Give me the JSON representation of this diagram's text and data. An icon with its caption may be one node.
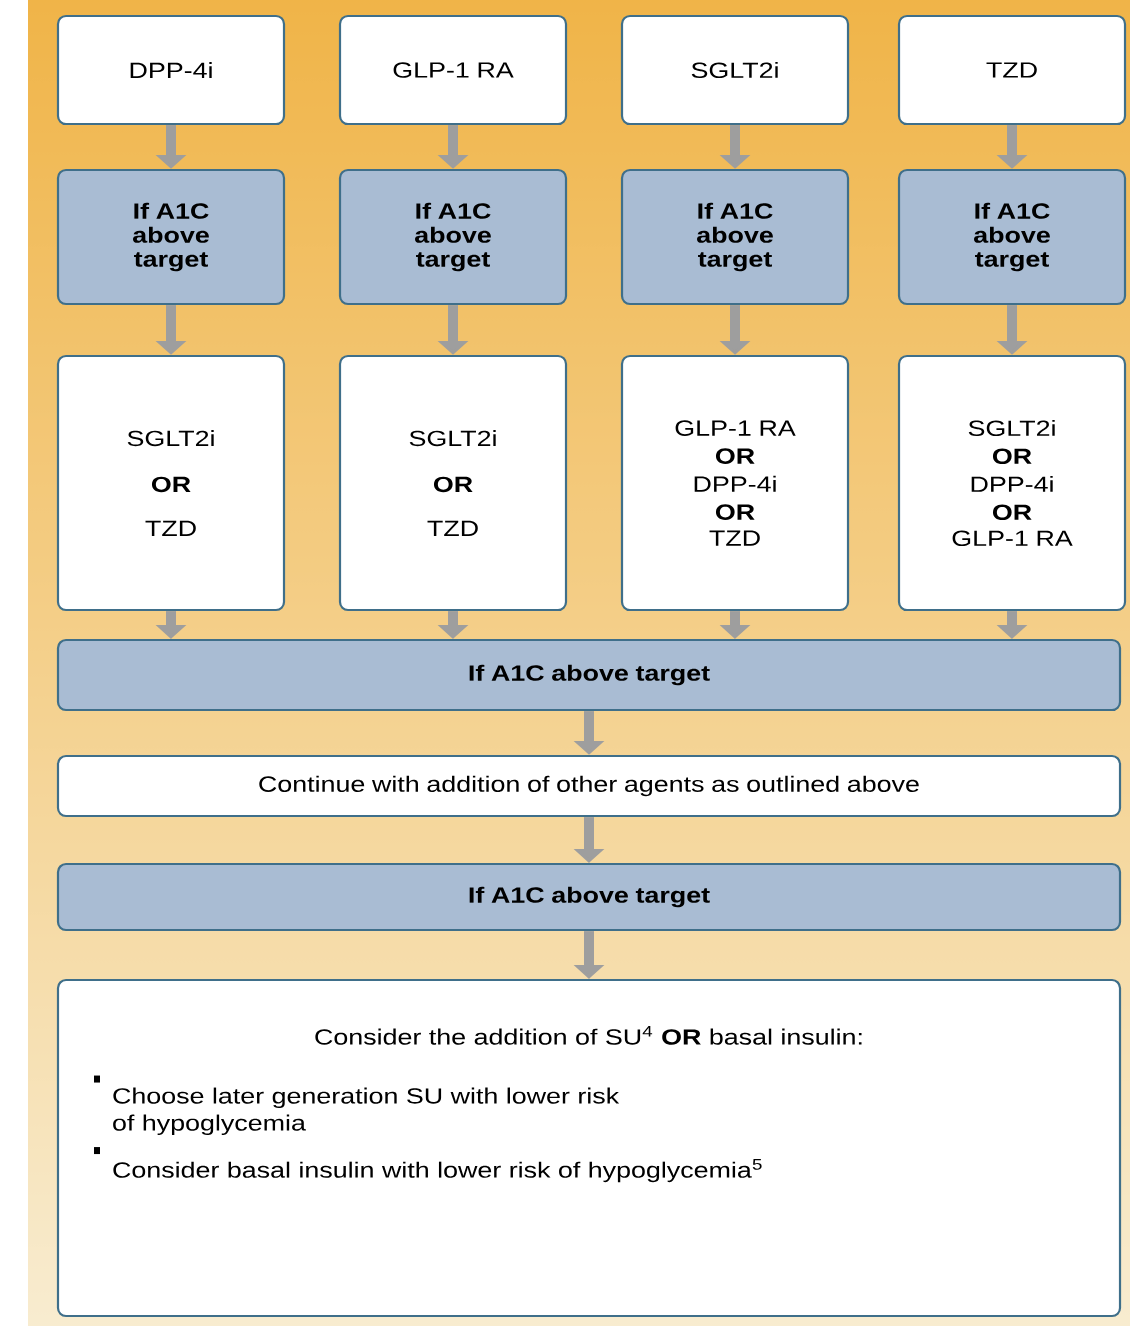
{
  "diagram": {
    "nodes": [
      {
        "text": [
          "DPP-4i"
        ]
      },
      {
        "text": [
          "GLP-1 RA"
        ]
      },
      {
        "text": [
          "SGLT2i"
        ]
      },
      {
        "text": [
          "TZD"
        ]
      },
      {
        "text": [
          "If A1C above target"
        ]
      },
      {
        "text": [
          "If A1C above target"
        ]
      },
      {
        "text": [
          "If A1C above target"
        ]
      },
      {
        "text": [
          "If A1C above target"
        ]
      },
      {
        "text": [
          "SGLT2i",
          "OR",
          "TZD"
        ]
      },
      {
        "text": [
          "SGLT2i",
          "OR",
          "TZD"
        ]
      },
      {
        "text": [
          "GLP-1 RA",
          "OR",
          "DPP-4i",
          "OR",
          "TZD"
        ]
      },
      {
        "text": [
          "SGLT2i",
          "OR",
          "DPP-4i",
          "OR",
          "GLP-1 RA"
        ]
      },
      {
        "text": [
          "If A1C above target"
        ]
      },
      {
        "text": [
          "Continue with addition of other agents as outlined above"
        ]
      },
      {
        "text": [
          "If A1C above target"
        ]
      },
      {
        "text": [
          "Consider the addition of SU$^{4}$ **OR** basal insulin:",
          "Choose later generation SU with lower risk of hypoglycemia",
          "Consider basal insulin with lower risk of hypoglycemia$^{5}$"
        ]
      }
    ],
    "edges": [
      {
        "from": 0,
        "to": 4,
        "arrow": "to"
      },
      {
        "from": 1,
        "to": 5,
        "arrow": "to"
      },
      {
        "from": 2,
        "to": 6,
        "arrow": "to"
      },
      {
        "from": 3,
        "to": 7,
        "arrow": "to"
      },
      {
        "from": 4,
        "to": 8,
        "arrow": "to"
      },
      {
        "from": 5,
        "to": 9,
        "arrow": "to"
      },
      {
        "from": 6,
        "to": 10,
        "arrow": "to"
      },
      {
        "from": 7,
        "to": 11,
        "arrow": "to"
      },
      {
        "from": 8,
        "to": 12,
        "arrow": "to"
      },
      {
        "from": 9,
        "to": 12,
        "arrow": "to"
      },
      {
        "from": 10,
        "to": 12,
        "arrow": "to"
      },
      {
        "from": 11,
        "to": 12,
        "arrow": "to"
      },
      {
        "from": 12,
        "to": 13,
        "arrow": "to"
      },
      {
        "from": 13,
        "to": 14,
        "arrow": "to"
      },
      {
        "from": 14,
        "to": 15,
        "arrow": "to"
      }
    ]
  }
}
